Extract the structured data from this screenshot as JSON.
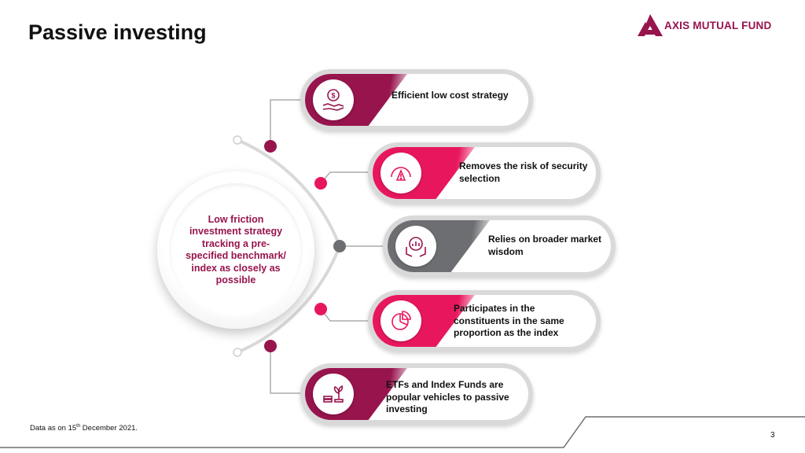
{
  "title": "Passive investing",
  "logo": {
    "text": "AXIS MUTUAL FUND",
    "icon": "axis-logo-icon",
    "color": "#97144d"
  },
  "center": {
    "text": "Low friction investment strategy tracking a pre-specified benchmark/ index as closely as possible"
  },
  "items": [
    {
      "text": "Efficient low cost strategy",
      "icon": "money-hand-icon",
      "accent": "#97144d"
    },
    {
      "text": "Removes the risk of security selection",
      "icon": "risk-gauge-icon",
      "accent": "#e8175d"
    },
    {
      "text": "Relies on broader market wisdom",
      "icon": "analysis-hands-icon",
      "accent": "#6d6e71"
    },
    {
      "text": "Participates in the constituents in the same proportion as the index",
      "icon": "pie-chart-icon",
      "accent": "#e8175d"
    },
    {
      "text": "ETFs and Index Funds are popular vehicles to passive investing",
      "icon": "coins-plant-icon",
      "accent": "#97144d"
    }
  ],
  "footnote": {
    "prefix": "Data as on 15",
    "sup": "th",
    "suffix": " December 2021."
  },
  "page_number": "3"
}
